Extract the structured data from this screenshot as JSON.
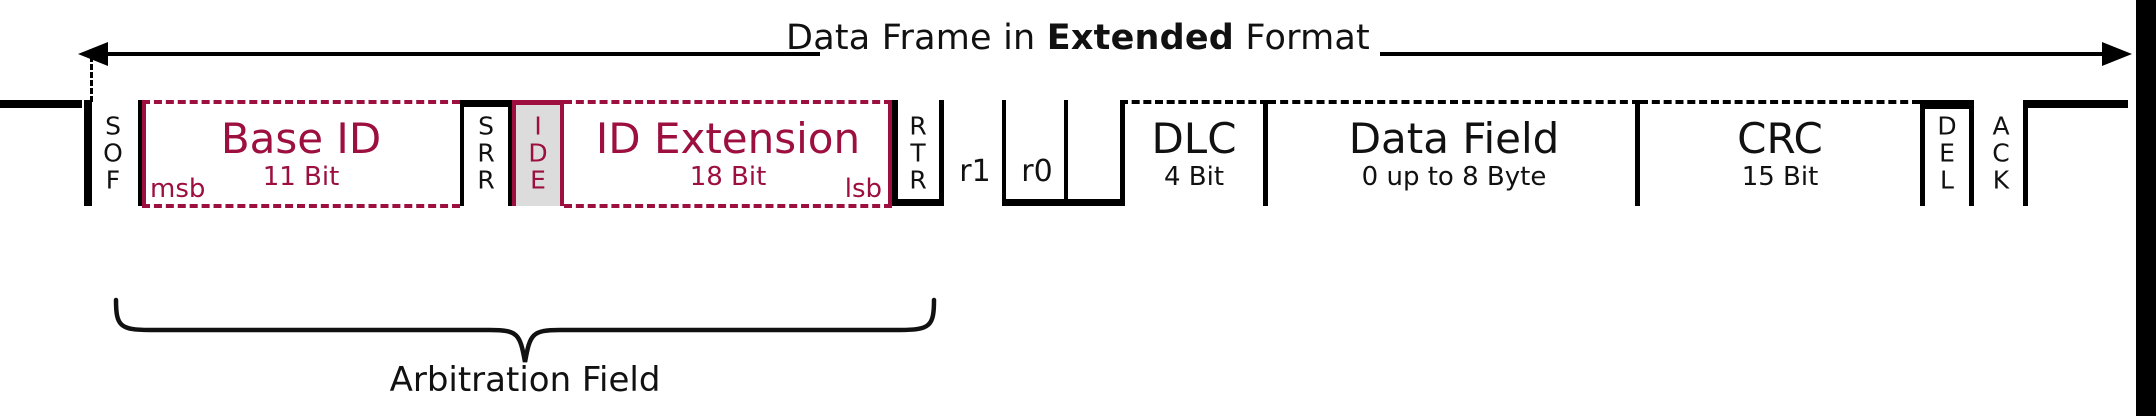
{
  "title": {
    "prefix": "Data Frame in ",
    "emphasis": "Extended",
    "suffix": " Format"
  },
  "arbitration_label": "Arbitration Field",
  "colors": {
    "crimson": "#9c0f3e",
    "black": "#111111",
    "ide_fill": "#dcdcdc",
    "background": "#ffffff"
  },
  "fields": {
    "sof": {
      "letters": "S\nO\nF",
      "l1": "S",
      "l2": "O",
      "l3": "F"
    },
    "base_id": {
      "name": "Base ID",
      "sub": "11 Bit",
      "corner": "msb"
    },
    "srr": {
      "l1": "S",
      "l2": "R",
      "l3": "R"
    },
    "ide": {
      "l1": "I",
      "l2": "D",
      "l3": "E"
    },
    "id_extension": {
      "name": "ID Extension",
      "sub": "18 Bit",
      "corner": "lsb"
    },
    "rtr": {
      "l1": "R",
      "l2": "T",
      "l3": "R"
    },
    "r1": {
      "name": "r1"
    },
    "r0": {
      "name": "r0"
    },
    "dlc": {
      "name": "DLC",
      "sub": "4 Bit"
    },
    "data_field": {
      "name": "Data Field",
      "sub": "0 up to 8 Byte"
    },
    "crc": {
      "name": "CRC",
      "sub": "15 Bit"
    },
    "del": {
      "l1": "D",
      "l2": "E",
      "l3": "L"
    },
    "ack": {
      "l1": "A",
      "l2": "C",
      "l3": "K"
    }
  }
}
